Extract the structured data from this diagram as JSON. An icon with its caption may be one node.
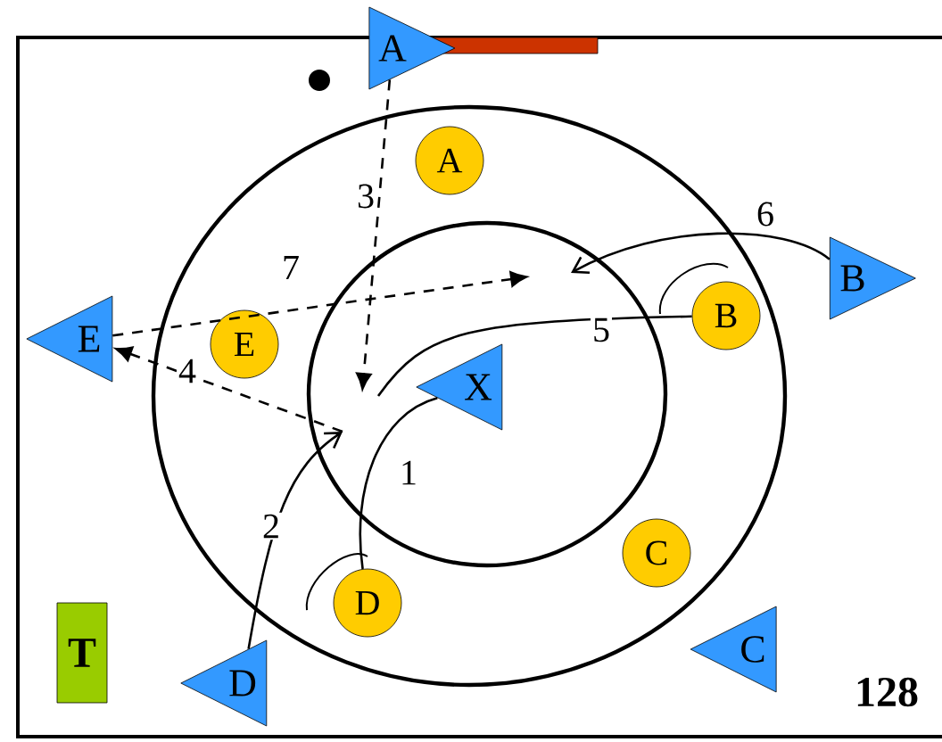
{
  "diagram": {
    "nodes": [
      {
        "text": [
          "A"
        ]
      },
      {
        "text": [
          "A"
        ]
      },
      {
        "text": [
          "B"
        ]
      },
      {
        "text": [
          "B"
        ]
      },
      {
        "text": [
          "E"
        ]
      },
      {
        "text": [
          "E"
        ]
      },
      {
        "text": [
          "X"
        ]
      },
      {
        "text": [
          "C"
        ]
      },
      {
        "text": [
          "D"
        ]
      },
      {
        "text": [
          "C"
        ]
      },
      {
        "text": [
          "T"
        ]
      },
      {
        "text": [
          "D"
        ]
      }
    ],
    "edges": [
      {
        "from": 8,
        "to": 6,
        "arrow": "none",
        "label": "1"
      },
      {
        "from": 11,
        "to": null,
        "arrow": "to",
        "label": "2"
      },
      {
        "from": 0,
        "to": null,
        "arrow": "to",
        "label": "3",
        "style": "dashed"
      },
      {
        "from": null,
        "to": 4,
        "arrow": "to",
        "label": "4",
        "style": "dashed"
      },
      {
        "from": null,
        "to": 3,
        "arrow": "none",
        "label": "5"
      },
      {
        "from": 2,
        "to": null,
        "arrow": "to",
        "label": "6"
      },
      {
        "from": 4,
        "to": null,
        "arrow": "to",
        "label": "7",
        "style": "dashed"
      }
    ],
    "labels": [
      "128"
    ]
  }
}
